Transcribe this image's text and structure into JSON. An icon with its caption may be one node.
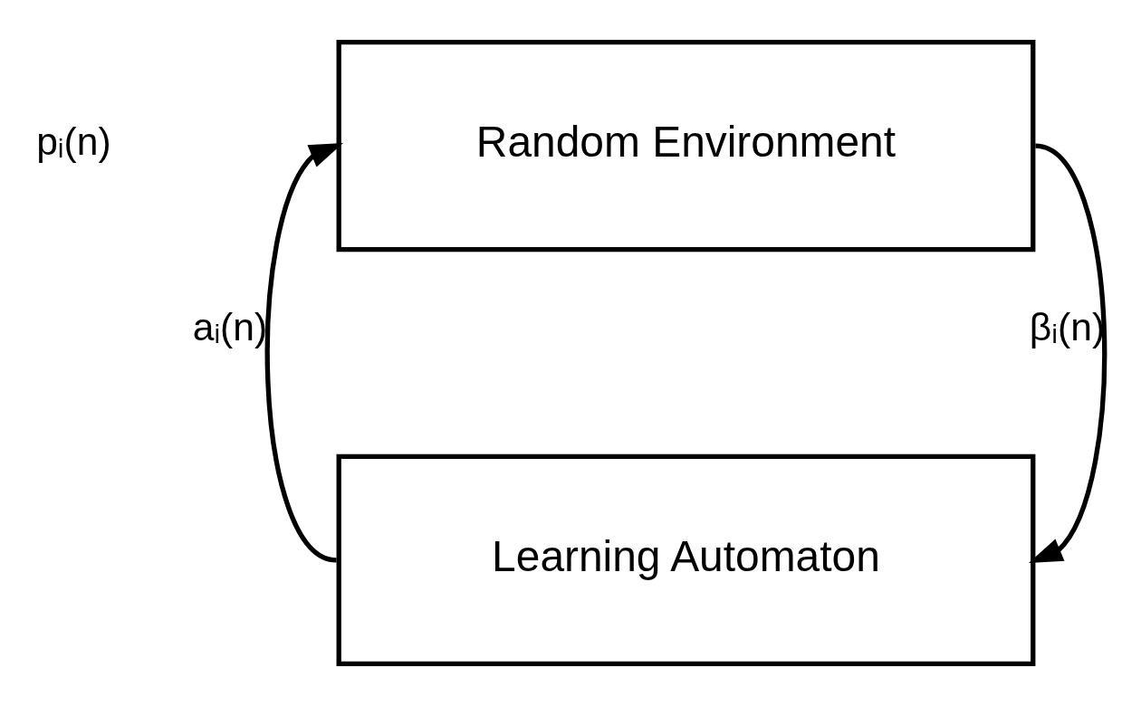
{
  "diagram": {
    "nodes": [
      {
        "text": [
          "Random Environment"
        ]
      },
      {
        "text": [
          "Learning Automaton"
        ]
      }
    ],
    "edges": [
      {
        "from": 1,
        "to": 0,
        "arrow": "to",
        "label": "aᵢ(n)"
      },
      {
        "from": 0,
        "to": 1,
        "arrow": "to",
        "label": "βᵢ(n)"
      }
    ],
    "labels": [
      "pᵢ(n)"
    ]
  }
}
